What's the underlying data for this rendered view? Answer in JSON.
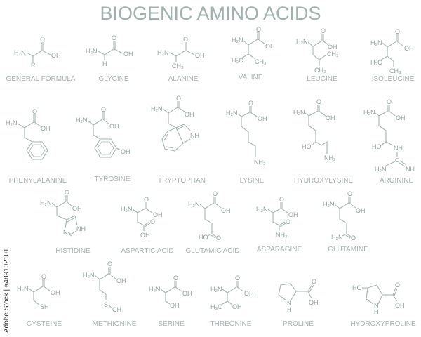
{
  "title": "BIOGENIC AMINO ACIDS",
  "watermark": "Adobe Stock | #489102101",
  "colors": {
    "title": "#9fb2ad",
    "bond": "#a6b6b2",
    "text": "#8fa39e",
    "background": "#ffffff"
  },
  "atoms": {
    "amine": "H₂N",
    "oh": "OH",
    "o": "O",
    "r": "R",
    "h": "H",
    "ch3": "CH₃",
    "h3c": "H₃C",
    "nh2": "NH₂",
    "nh": "NH",
    "n": "N",
    "ho": "HO",
    "s": "S",
    "sh": "SH"
  },
  "molecules": [
    {
      "name": "GENERAL FORMULA",
      "row": 1
    },
    {
      "name": "GLYCINE",
      "row": 1
    },
    {
      "name": "ALANINE",
      "row": 1
    },
    {
      "name": "VALINE",
      "row": 1
    },
    {
      "name": "LEUCINE",
      "row": 1
    },
    {
      "name": "ISOLEUCINE",
      "row": 1
    },
    {
      "name": "PHENYLALANINE",
      "row": 2
    },
    {
      "name": "TYROSINE",
      "row": 2
    },
    {
      "name": "TRYPTOPHAN",
      "row": 2
    },
    {
      "name": "LYSINE",
      "row": 2
    },
    {
      "name": "HYDROXYLYSINE",
      "row": 2
    },
    {
      "name": "ARGININE",
      "row": 2
    },
    {
      "name": "HISTIDINE",
      "row": 3
    },
    {
      "name": "ASPARTIC ACID",
      "row": 3
    },
    {
      "name": "GLUTAMIC ACID",
      "row": 3
    },
    {
      "name": "ASPARAGINE",
      "row": 3
    },
    {
      "name": "GLUTAMINE",
      "row": 3
    },
    {
      "name": "CYSTEINE",
      "row": 4
    },
    {
      "name": "METHIONINE",
      "row": 4
    },
    {
      "name": "SERINE",
      "row": 4
    },
    {
      "name": "THREONINE",
      "row": 4
    },
    {
      "name": "PROLINE",
      "row": 4
    },
    {
      "name": "HYDROXYPROLINE",
      "row": 4
    }
  ]
}
